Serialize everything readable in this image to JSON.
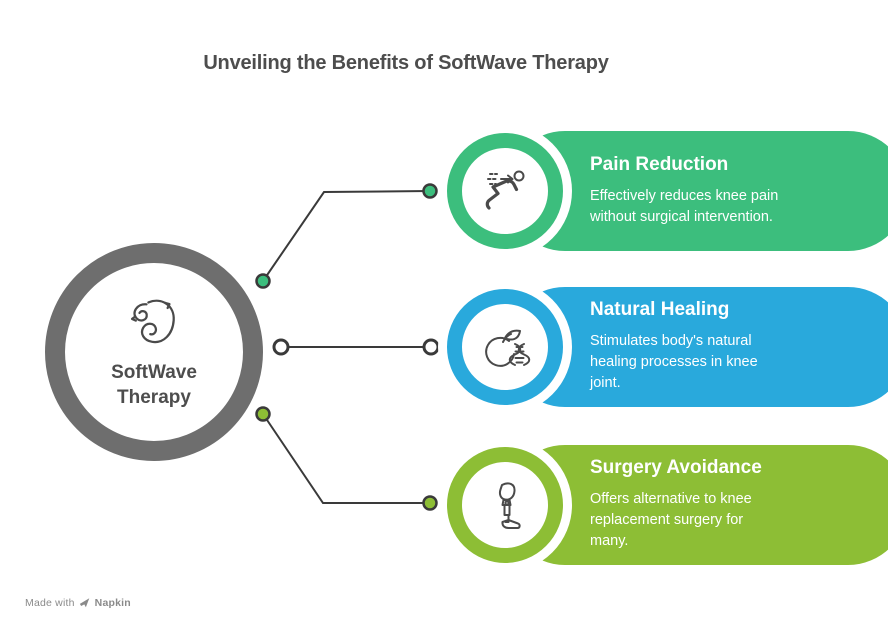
{
  "title": "Unveiling the Benefits of SoftWave Therapy",
  "hub": {
    "label": "SoftWave\nTherapy",
    "icon": "wave-swirl-icon",
    "ring_color": "#6e6e6e",
    "label_color": "#4d4d4d"
  },
  "benefits": [
    {
      "title": "Pain Reduction",
      "description": "Effectively reduces knee pain\nwithout surgical intervention.",
      "color": "#3cbe7d",
      "icon": "pain-reduction-icon"
    },
    {
      "title": "Natural Healing",
      "description": "Stimulates body's natural\nhealing processes in knee\njoint.",
      "color": "#29a9dc",
      "icon": "natural-healing-icon"
    },
    {
      "title": "Surgery Avoidance",
      "description": "Offers alternative to knee\nreplacement surgery for\nmany.",
      "color": "#8dbe35",
      "icon": "prosthetic-leg-icon"
    }
  ],
  "colors": {
    "green": "#3cbe7d",
    "blue": "#29a9dc",
    "lime": "#8dbe35",
    "line": "#3a3a3a",
    "dot_white": "#ffffff",
    "icon_stroke": "#4a4a4a",
    "title_text": "#4d4d4d",
    "card_text": "#ffffff"
  },
  "footer": {
    "made_with": "Made with",
    "brand": "Napkin",
    "icon": "pen-nib-icon"
  }
}
